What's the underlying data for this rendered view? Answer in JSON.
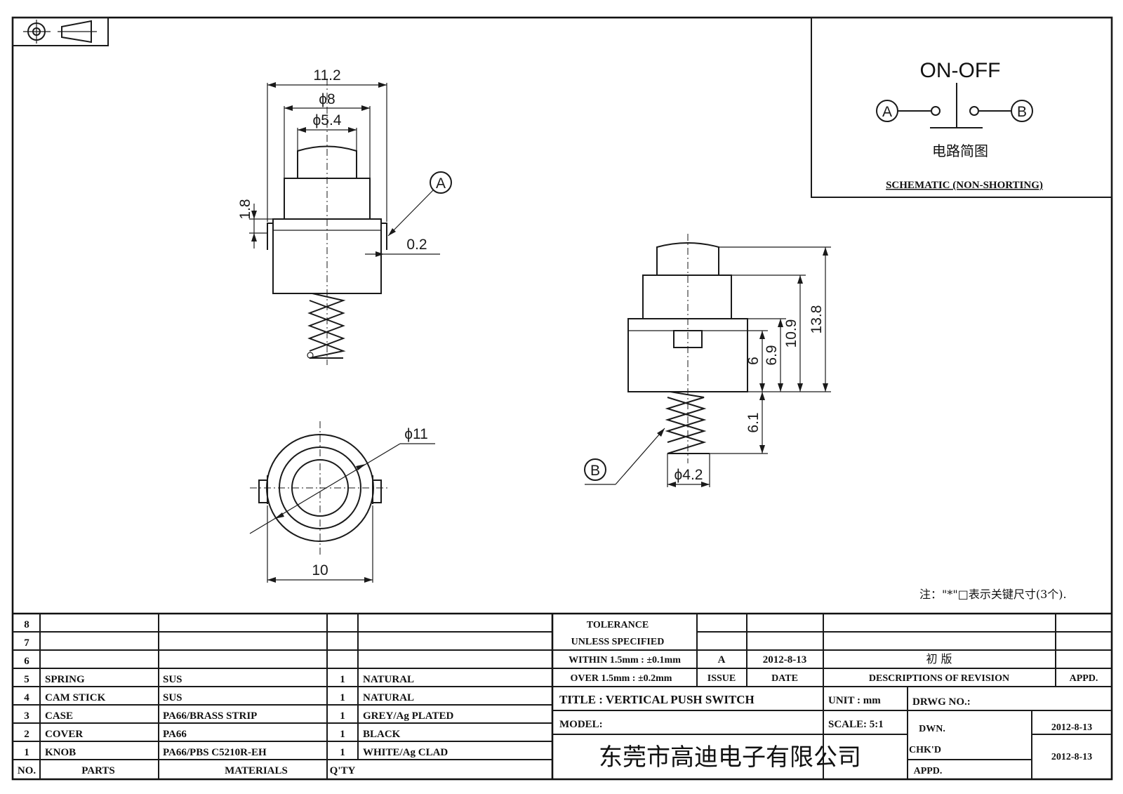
{
  "dimensions": {
    "width_11_2": "11.2",
    "dia_8": "ϕ8",
    "dia_5_4": "ϕ5.4",
    "h_1_8": "1.8",
    "t_0_2": "0.2",
    "dia_11": "ϕ11",
    "w_10": "10",
    "h_13_8": "13.8",
    "h_10_9": "10.9",
    "h_6_9": "6.9",
    "h_6": "6",
    "h_6_1": "6.1",
    "dia_4_2": "ϕ4.2"
  },
  "callouts": {
    "a": "A",
    "b": "B"
  },
  "schematic": {
    "heading": "ON-OFF",
    "cn_label": "电路简图",
    "caption": "SCHEMATIC (NON-SHORTING)",
    "terminal_a": "A",
    "terminal_b": "B"
  },
  "note": "注：\"*\"□表示关键尺寸(3个).",
  "bom": {
    "rows": [
      {
        "no": "8",
        "part": "",
        "material": "",
        "qty": "",
        "finish": ""
      },
      {
        "no": "7",
        "part": "",
        "material": "",
        "qty": "",
        "finish": ""
      },
      {
        "no": "6",
        "part": "",
        "material": "",
        "qty": "",
        "finish": ""
      },
      {
        "no": "5",
        "part": "SPRING",
        "material": "SUS",
        "qty": "1",
        "finish": "NATURAL"
      },
      {
        "no": "4",
        "part": "CAM STICK",
        "material": "SUS",
        "qty": "1",
        "finish": "NATURAL"
      },
      {
        "no": "3",
        "part": "CASE",
        "material": "PA66/BRASS STRIP",
        "qty": "1",
        "finish": "GREY/Ag PLATED"
      },
      {
        "no": "2",
        "part": "COVER",
        "material": "PA66",
        "qty": "1",
        "finish": "BLACK"
      },
      {
        "no": "1",
        "part": "KNOB",
        "material": "PA66/PBS C5210R-EH",
        "qty": "1",
        "finish": "WHITE/Ag CLAD"
      }
    ],
    "header": {
      "no": "NO.",
      "parts": "PARTS",
      "materials": "MATERIALS",
      "qty": "Q'TY"
    }
  },
  "tolerance": {
    "line1": "TOLERANCE",
    "line2": "UNLESS  SPECIFIED",
    "line3": "WITHIN 1.5mm : ±0.1mm",
    "line4": "OVER 1.5mm : ±0.2mm"
  },
  "revision": {
    "issue_value": "A",
    "date_value": "2012-8-13",
    "desc_value": "初 版",
    "issue_label": "ISSUE",
    "date_label": "DATE",
    "desc_label": "DESCRIPTIONS OF REVISION",
    "appd_label": "APPD."
  },
  "title_block": {
    "title": "TITLE :  VERTICAL PUSH SWITCH",
    "unit": "UNIT :  mm",
    "drwg_no": "DRWG NO.:",
    "model": "MODEL:",
    "scale": "SCALE:  5:1",
    "dwn_label": "DWN.",
    "dwn_date": "2012-8-13",
    "chkd_label": "CHK'D",
    "chkd_date": "2012-8-13",
    "appd_label": "APPD.",
    "company": "东莞市高迪电子有限公司"
  }
}
